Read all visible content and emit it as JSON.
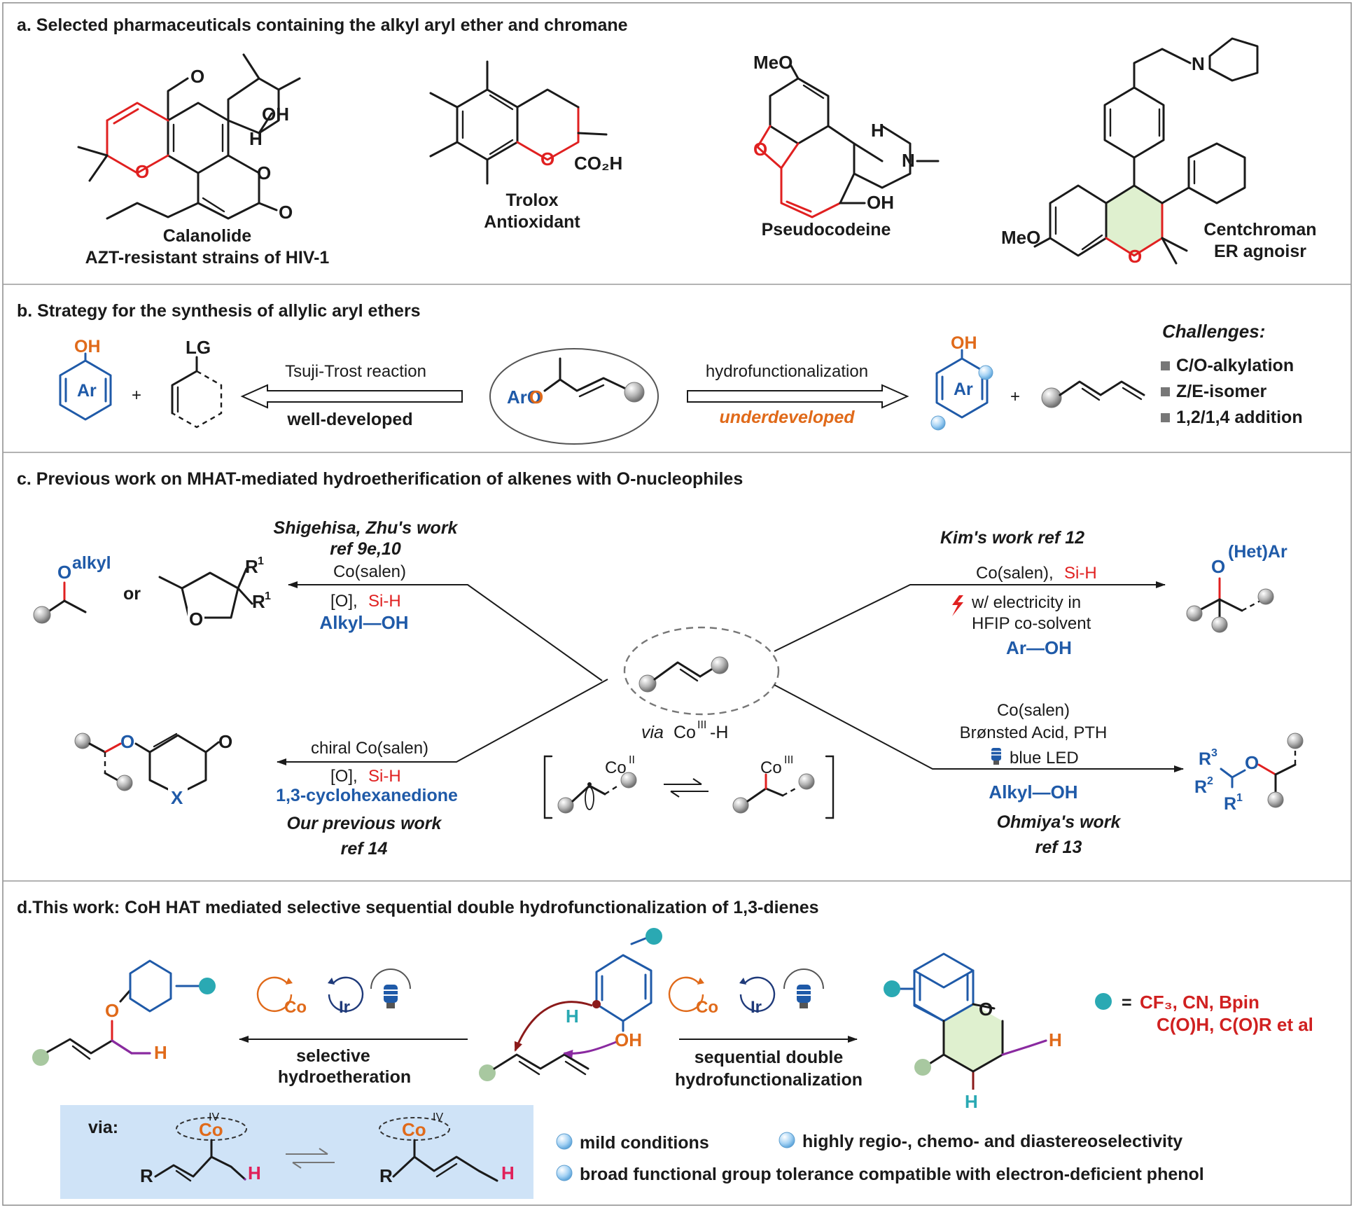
{
  "panel_a": {
    "header": "a. Selected pharmaceuticals containing the alkyl aryl ether and chromane",
    "calanolide_name": "Calanolide",
    "calanolide_desc": "AZT-resistant strains of HIV-1",
    "trolox_name": "Trolox",
    "trolox_desc": "Antioxidant",
    "pseudocodeine_name": "Pseudocodeine",
    "centchroman_name": "Centchroman",
    "centchroman_desc": "ER agnoisr",
    "atoms": {
      "O": "O",
      "OH": "OH",
      "H": "H",
      "CO2H": "CO₂H",
      "MeO": "MeO",
      "N": "N"
    }
  },
  "panel_b": {
    "header": "b. Strategy for the synthesis of allylic aryl ethers",
    "left_arrow_top": "Tsuji-Trost reaction",
    "left_arrow_bottom": "well-developed",
    "right_arrow_top": "hydrofunctionalization",
    "right_arrow_bottom": "underdeveloped",
    "oh": "OH",
    "ar": "Ar",
    "aro": "ArO",
    "lg": "LG",
    "plus": "+",
    "challenges_title": "Challenges:",
    "challenges": [
      "C/O-alkylation",
      "Z/E-isomer",
      "1,2/1,4 addition"
    ]
  },
  "panel_c": {
    "header": "c. Previous work on MHAT-mediated hydroetherification of alkenes with  O-nucleophiles",
    "tl_title1": "Shigehisa, Zhu's work",
    "tl_title2": "ref 9e,10",
    "tl_cond1": "Co(salen)",
    "tl_cond2a": "[O], ",
    "tl_cond2b": "Si-H",
    "tl_cond3": "Alkyl—OH",
    "tl_or": "or",
    "tl_alkyl": "alkyl",
    "tr_title": "Kim's work   ref 12",
    "tr_cond1a": "Co(salen), ",
    "tr_cond1b": "Si-H",
    "tr_cond2": "w/ electricity in",
    "tr_cond3": "HFIP co-solvent",
    "tr_cond4": "Ar—OH",
    "tr_product": "(Het)Ar",
    "bl_cond1": "chiral Co(salen)",
    "bl_cond2a": "[O], ",
    "bl_cond2b": "Si-H",
    "bl_cond3": "1,3-cyclohexanedione",
    "bl_title1": "Our previous work",
    "bl_title2": "ref 14",
    "br_cond1": "Co(salen)",
    "br_cond2": "Brønsted Acid, PTH",
    "br_cond3": "blue LED",
    "br_cond4": "Alkyl—OH",
    "br_title1": "Ohmiya's work",
    "br_title2": "ref 13",
    "center_via": "via",
    "center_co": "Co",
    "center_co_sup": "III",
    "center_h": "-H",
    "co_ii": "II",
    "co_iii": "III",
    "r1": "R",
    "sup1": "1",
    "r2": "R",
    "sup2": "2",
    "r3": "R",
    "sup3": "3",
    "x": "X"
  },
  "panel_d": {
    "header": "d.This work: CoH HAT mediated selective sequential double hydrofunctionalization of 1,3-dienes",
    "left_label1": "selective",
    "left_label2": "hydroetheration",
    "right_label1": "sequential double",
    "right_label2": "hydrofunctionalization",
    "co": "Co",
    "ir": "Ir",
    "legend_eq": "=",
    "legend_l1": "CF₃, CN, Bpin",
    "legend_l2": "C(O)H, C(O)R et al",
    "via": "via:",
    "iv": "IV",
    "r": "R",
    "h": "H",
    "oh": "OH",
    "features": [
      "mild conditions",
      "highly regio-, chemo- and diastereoselectivity",
      "broad functional group tolerance compatible with electron-deficient phenol"
    ]
  },
  "colors": {
    "red": "#e02020",
    "blue": "#1f5aa8",
    "orange": "#e06a1a",
    "purple": "#8a2aa0",
    "teal": "#2aa9b3",
    "via_bg": "#cfe3f7",
    "green_ring": "#dff0cf"
  }
}
